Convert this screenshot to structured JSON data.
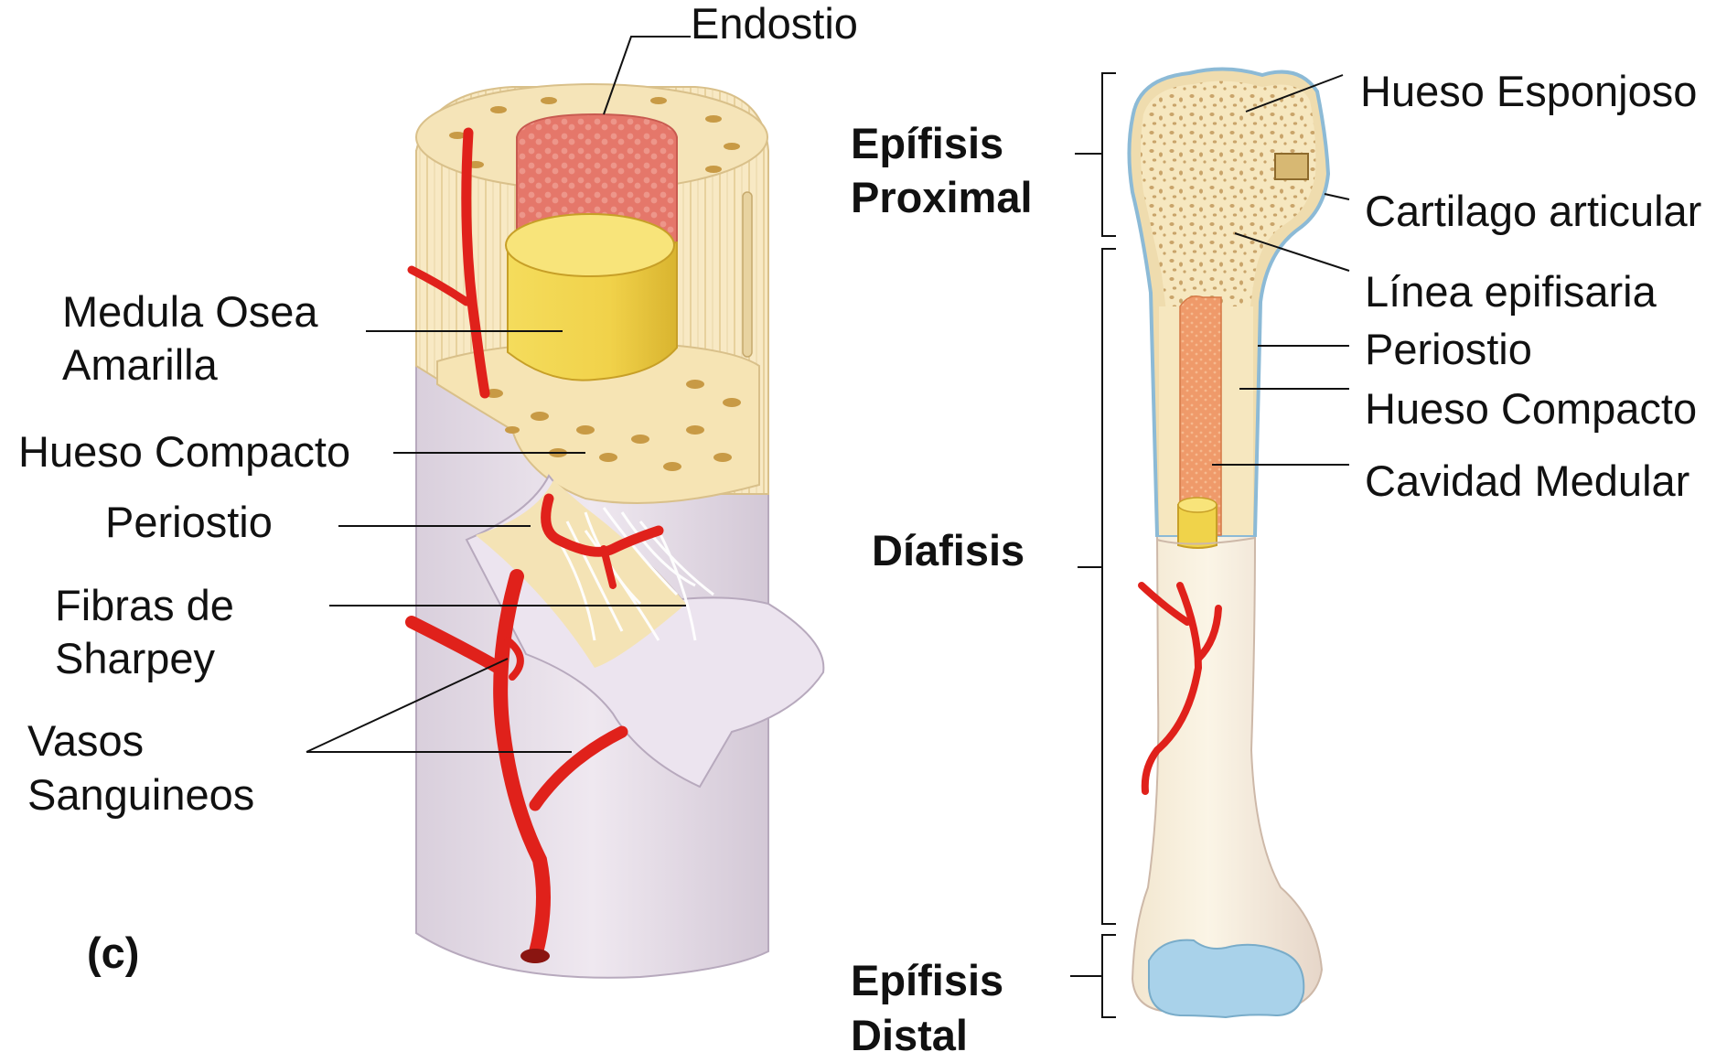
{
  "left_figure": {
    "panel_label": "(c)",
    "labels": {
      "endostio": "Endostio",
      "medula_line1": "Medula Osea",
      "medula_line2": "Amarilla",
      "hueso_compacto": "Hueso Compacto",
      "periostio": "Periostio",
      "fibras_line1": "Fibras de",
      "fibras_line2": "Sharpey",
      "vasos_line1": "Vasos",
      "vasos_line2": "Sanguineos"
    }
  },
  "right_figure": {
    "regions": {
      "epifisis_proximal_line1": "Epífisis",
      "epifisis_proximal_line2": "Proximal",
      "diafisis": "Díafisis",
      "epifisis_distal_line1": "Epífisis",
      "epifisis_distal_line2": "Distal"
    },
    "labels": {
      "hueso_esponjoso": "Hueso Esponjoso",
      "cartilago_articular": "Cartilago articular",
      "linea_epifisaria": "Línea epifisaria",
      "periostio": "Periostio",
      "hueso_compacto": "Hueso Compacto",
      "cavidad_medular": "Cavidad Medular"
    }
  },
  "colors": {
    "bone_cream": "#f6e7bf",
    "periosteum_lilac": "#e4dbe6",
    "marrow_red": "#e5776a",
    "yellow_marrow": "#f0d34a",
    "vessel_red": "#e0211b",
    "cartilage_blue": "#a9d2ea",
    "spongy_dot": "#c9a46a"
  }
}
